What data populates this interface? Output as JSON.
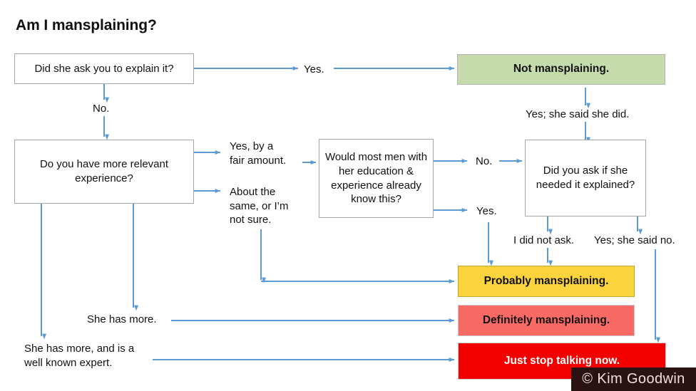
{
  "page": {
    "title": "Am I mansplaining?",
    "watermark": "© Kim Goodwin",
    "accent_line_color": "#5b9bd5",
    "background": "#ffffff"
  },
  "nodes": [
    {
      "id": "q1",
      "label": "Did she ask you to explain it?",
      "kind": "question",
      "color": "#ffffff"
    },
    {
      "id": "q2",
      "label": "Do you have more relevant experience?",
      "kind": "question",
      "color": "#ffffff"
    },
    {
      "id": "q3",
      "label": "Would most men with her education & experience already know this?",
      "kind": "question",
      "color": "#ffffff"
    },
    {
      "id": "q4",
      "label": "Did you ask if she needed it explained?",
      "kind": "question",
      "color": "#ffffff"
    },
    {
      "id": "not",
      "label": "Not mansplaining.",
      "kind": "result",
      "color": "#c6dbac"
    },
    {
      "id": "probably",
      "label": "Probably mansplaining.",
      "kind": "result",
      "color": "#fbd33c"
    },
    {
      "id": "definite",
      "label": "Definitely mansplaining.",
      "kind": "result",
      "color": "#fa6a64"
    },
    {
      "id": "stop",
      "label": "Just stop talking now.",
      "kind": "result",
      "color": "#f20000"
    }
  ],
  "edge_labels": [
    {
      "id": "e_yes_top",
      "text": "Yes.",
      "from": "q1",
      "to": "not"
    },
    {
      "id": "e_no_down",
      "text": "No.",
      "from": "q1",
      "to": "q2"
    },
    {
      "id": "e_yes_fair",
      "text": "Yes, by a\nfair amount.",
      "from": "q2",
      "to": "q3"
    },
    {
      "id": "e_about_same",
      "text": "About the\nsame, or I’m\nnot sure.",
      "from": "q2",
      "to": "probably"
    },
    {
      "id": "e_she_has_more",
      "text": "She has more.",
      "from": "q2",
      "to": "definite"
    },
    {
      "id": "e_expert",
      "text": "She has more, and is a\nwell known expert.",
      "from": "q2",
      "to": "stop"
    },
    {
      "id": "e_no_mid",
      "text": "No.",
      "from": "q3",
      "to": "q4"
    },
    {
      "id": "e_yes_mid",
      "text": "Yes.",
      "from": "q3",
      "to": "probably"
    },
    {
      "id": "e_said_she_did",
      "text": "Yes; she said she did.",
      "from": "q4",
      "to": "not"
    },
    {
      "id": "e_did_not_ask",
      "text": "I did not ask.",
      "from": "q4",
      "to": "probably"
    },
    {
      "id": "e_said_no",
      "text": "Yes; she said no.",
      "from": "q4",
      "to": "stop"
    }
  ],
  "flow": {
    "type": "decision-tree",
    "start": "q1",
    "outcomes": [
      "not",
      "probably",
      "definite",
      "stop"
    ]
  }
}
